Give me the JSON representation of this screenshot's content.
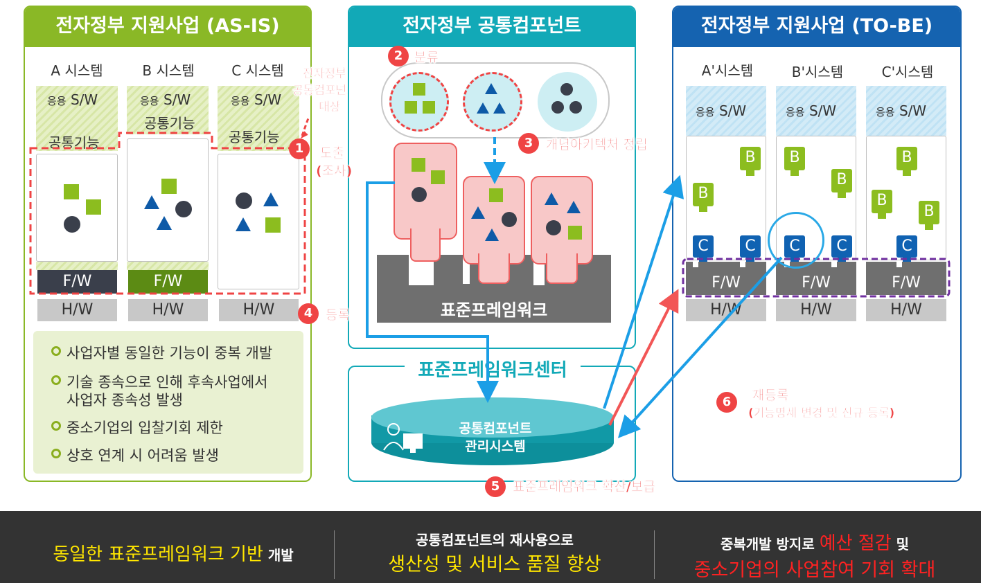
{
  "asis": {
    "title": "전자정부 지원사업 (AS-IS)",
    "systems": [
      "A 시스템",
      "B 시스템",
      "C 시스템"
    ],
    "sw_prefix": "응용",
    "sw_label": "S/W",
    "common_func": "공통기능",
    "fw": "F/W",
    "hw": "H/W",
    "target_label": [
      "전자정부",
      "공통컴포넌트",
      "대상"
    ],
    "bullets": [
      "사업자별 동일한 기능이 중복 개발",
      "기술 종속으로 인해 후속사업에서",
      "사업자 종속성 발생",
      "중소기업의 입찰기회 제한",
      "상호 연계 시 어려움 발생"
    ]
  },
  "center": {
    "title": "전자정부 공통컴포넌트",
    "framework": "표준프레임워크",
    "center_name": "표준프레임워크센터",
    "db_label": [
      "공통컴포넌트",
      "관리시스템"
    ]
  },
  "tobe": {
    "title": "전자정부 지원사업 (TO-BE)",
    "systems": [
      "A'시스템",
      "B'시스템",
      "C'시스템"
    ],
    "sw_prefix": "응용",
    "sw_label": "S/W",
    "fw": "F/W",
    "hw": "H/W",
    "block_b": "B",
    "block_c": "C"
  },
  "steps": [
    {
      "num": "1",
      "label": "도출",
      "sub": "(조사)"
    },
    {
      "num": "2",
      "label": "분류"
    },
    {
      "num": "3",
      "label": "개념아키텍처 정립"
    },
    {
      "num": "4",
      "label": "등록"
    },
    {
      "num": "5",
      "label": "표준프레임워크 확산/보급"
    },
    {
      "num": "6",
      "label": "재등록",
      "sub": "(기능명세 변경 및 신규 등록)"
    }
  ],
  "footer": {
    "c1_a": "동일한 표준프레임워크 기반",
    "c1_b": " 개발",
    "c2_a": "공통컴포넌트의 재사용으로",
    "c2_b": "생산성 및 서비스 품질 향상",
    "c3_a": "중복개발 방지로 ",
    "c3_b": "예산 절감",
    "c3_c": " 및",
    "c3_d": "중소기업의 사업참여 기회 확대"
  },
  "colors": {
    "asis": "#8ab826",
    "center": "#12a9b7",
    "tobe": "#1563b0",
    "accent": "#ef4444",
    "yellow": "#ffe600"
  }
}
